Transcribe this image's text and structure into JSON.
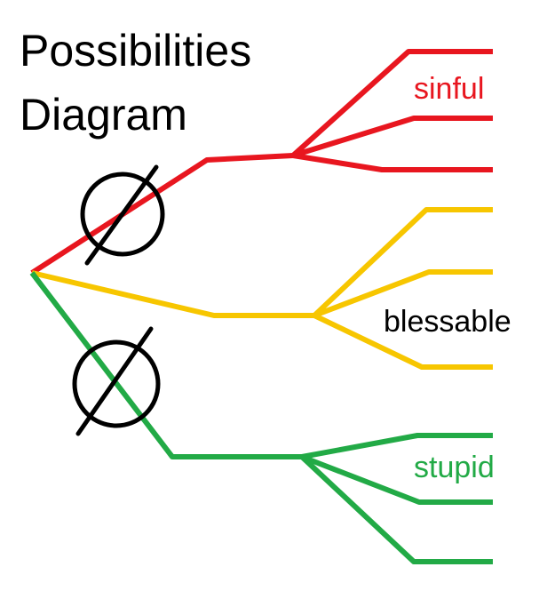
{
  "title": {
    "line1": "Possibilities",
    "line2": "Diagram"
  },
  "branches": {
    "red": {
      "color": "#e8161f",
      "label": "sinful",
      "label_color": "#e8161f"
    },
    "yellow": {
      "color": "#f7c600",
      "label": "blessable",
      "label_color": "#000000"
    },
    "green": {
      "color": "#22aa46",
      "label": "stupid",
      "label_color": "#22aa46"
    }
  },
  "null_symbols": [
    {
      "name": "empty-set-symbol",
      "on_branch": "red"
    },
    {
      "name": "empty-set-symbol",
      "on_branch": "green"
    }
  ]
}
